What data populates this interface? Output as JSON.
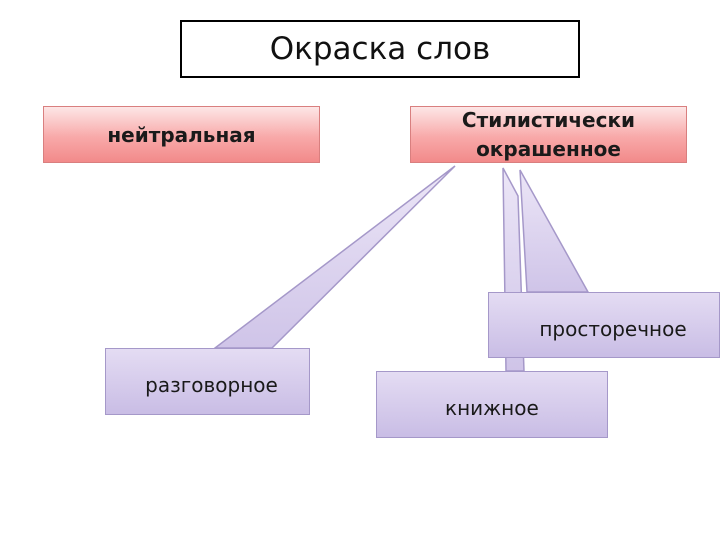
{
  "diagram": {
    "title": "Окраска слов",
    "neutral": "нейтральная",
    "stylistic_line1": "Стилистически",
    "stylistic_line2": "окрашенное",
    "colloquial": "разговорное",
    "bookish": "книжное",
    "vernacular": "просторечное"
  },
  "colors": {
    "pink_fill": "#f8a9a9",
    "pink_border": "#d97f7f",
    "lilac_fill": "#d6cdea",
    "lilac_border": "#a598c9",
    "title_border": "#000000"
  }
}
